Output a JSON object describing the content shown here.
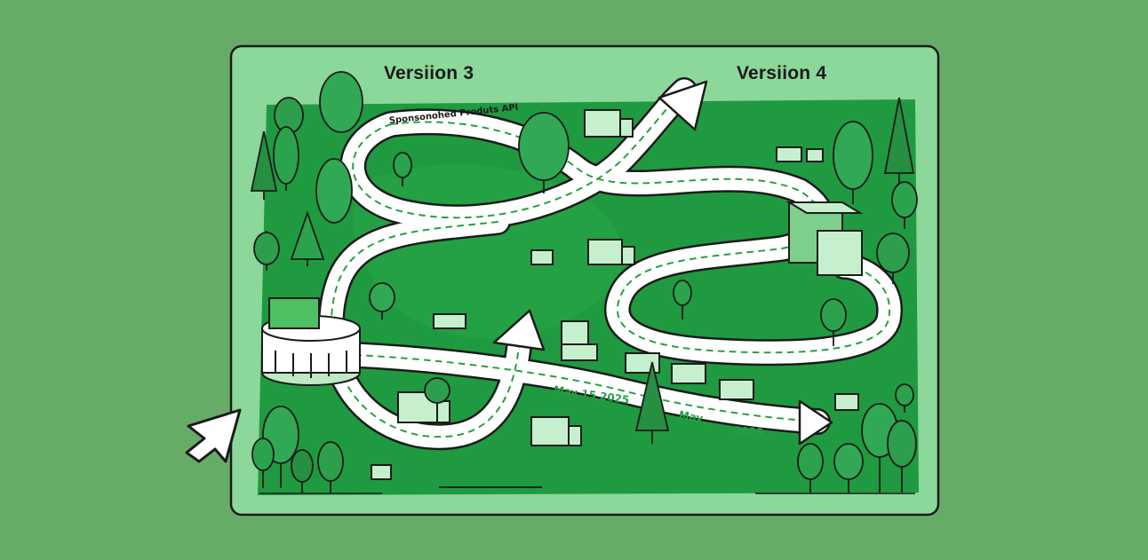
{
  "roadmap": {
    "left_version": "Versiion 3",
    "right_version": "Versiion 4",
    "road_label": "Sponsonohed Produts API",
    "date_label_1": "May 15 2025",
    "date_label_2a": "May",
    "date_label_2b": "2025"
  },
  "colors": {
    "background": "#67ac66",
    "panel": "#8cd79a",
    "grass": "#1f9a40",
    "road": "#ffffff",
    "accent": "#25a044"
  },
  "icons": [
    "cursor-arrow-icon",
    "tree-icon",
    "truck-icon",
    "box-icon",
    "building-icon",
    "road-arrow-icon"
  ]
}
